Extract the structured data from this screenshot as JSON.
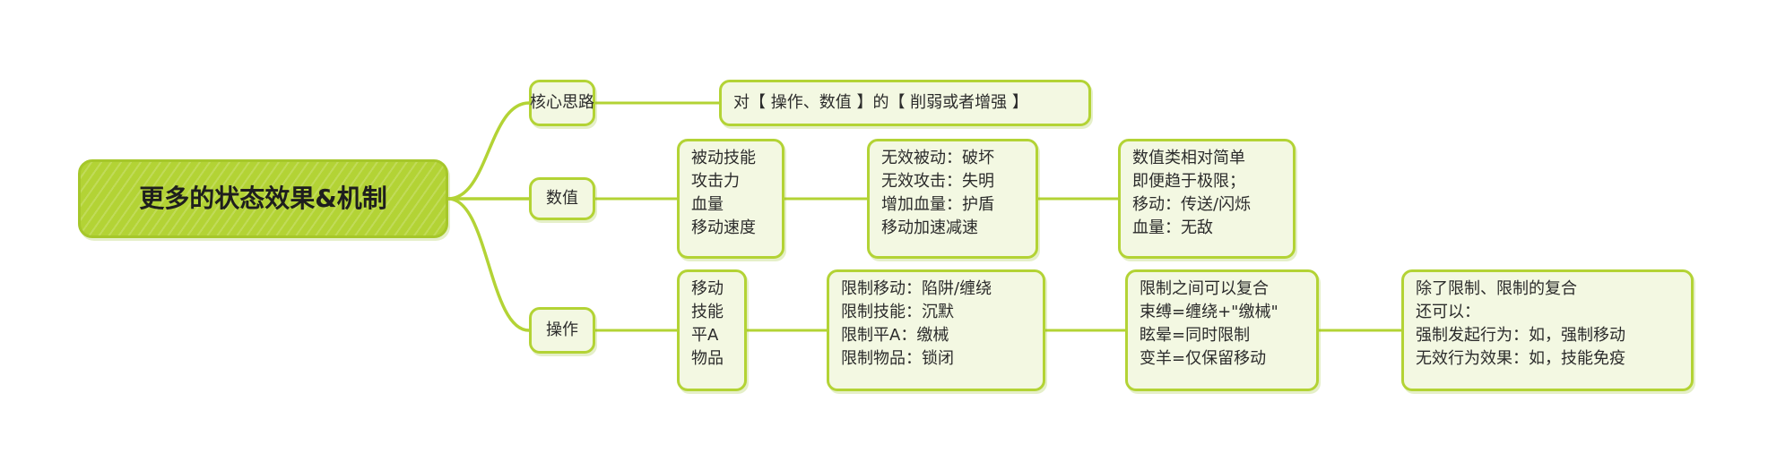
{
  "root": {
    "label": "更多的状态效果&机制"
  },
  "colors": {
    "accent": "#b3d335",
    "node_fill": "#f3f8e2",
    "text": "#2b2b2b"
  },
  "branches": [
    {
      "label": "核心思路",
      "chain": [
        {
          "lines": [
            "对【 操作、数值 】的【 削弱或者增强 】"
          ]
        }
      ]
    },
    {
      "label": "数值",
      "chain": [
        {
          "lines": [
            "被动技能",
            "攻击力",
            "血量",
            "移动速度"
          ]
        },
        {
          "lines": [
            "无效被动：破坏",
            "无效攻击：失明",
            "增加血量：护盾",
            "移动加速减速"
          ]
        },
        {
          "lines": [
            "数值类相对简单",
            "即便趋于极限；",
            "移动：传送/闪烁",
            "血量：无敌"
          ]
        }
      ]
    },
    {
      "label": "操作",
      "chain": [
        {
          "lines": [
            "移动",
            "技能",
            "平A",
            "物品"
          ]
        },
        {
          "lines": [
            "限制移动：陷阱/缠绕",
            "限制技能：沉默",
            "限制平A：缴械",
            "限制物品：锁闭"
          ]
        },
        {
          "lines": [
            "限制之间可以复合",
            "束缚=缠绕+\"缴械\"",
            "眩晕=同时限制",
            "变羊=仅保留移动"
          ]
        },
        {
          "lines": [
            "除了限制、限制的复合",
            "还可以：",
            "强制发起行为：如，强制移动",
            "无效行为效果：如，技能免疫"
          ]
        }
      ]
    }
  ]
}
